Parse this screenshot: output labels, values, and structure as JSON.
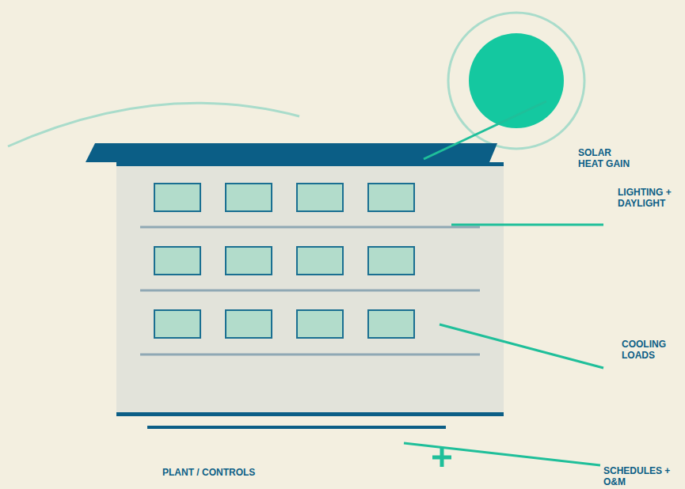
{
  "diagram": {
    "labels": [
      "SOLAR HEAT GAIN",
      "LIGHTING + DAYLIGHT",
      "COOLING LOADS",
      "PLANT / CONTROLS",
      "SCHEDULES + O&M"
    ]
  }
}
